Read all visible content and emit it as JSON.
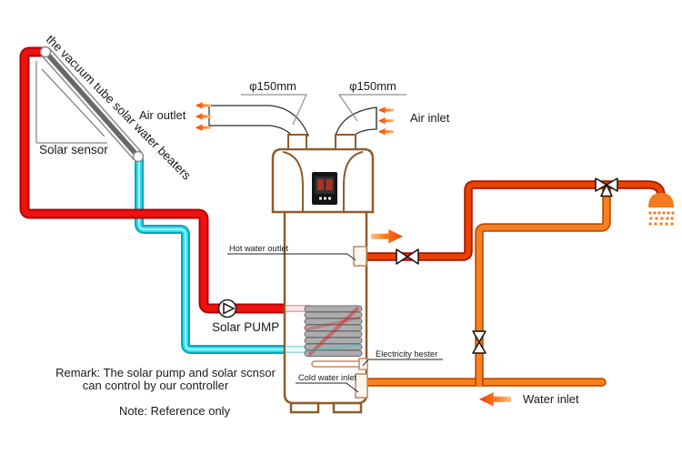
{
  "labels": {
    "collector": "the vacuum tube solar water beaters",
    "solar_sensor": "Solar sensor",
    "air_outlet": "Air outlet",
    "air_inlet": "Air inlet",
    "duct_diameter_left": "φ150mm",
    "duct_diameter_right": "φ150mm",
    "solar_pump": "Solar PUMP",
    "hot_water_outlet": "Hot water outlet",
    "electricity_heater": "Electricity hester",
    "cold_water_inlet": "Cold water inlet",
    "water_inlet": "Water inlet",
    "remark_line1": "Remark: The solar pump and solar scnsor",
    "remark_line2": "can control by our controller",
    "note": "Note: Reference only"
  },
  "colors": {
    "solar_hot_pipe_fill": "#ee1111",
    "solar_hot_pipe_edge": "#b50000",
    "solar_return_pipe_fill": "#33dbe8",
    "solar_return_pipe_edge": "#00a7c4",
    "hot_water_pipe_fill": "#e84200",
    "hot_water_pipe_edge": "#a81300",
    "cold_water_pipe_fill": "#f5821f",
    "cold_water_pipe_edge": "#c34a00",
    "tank_outline": "#8f5c2d",
    "flow_arrow": "#ff5a00",
    "coil_gray": "#adadad"
  }
}
